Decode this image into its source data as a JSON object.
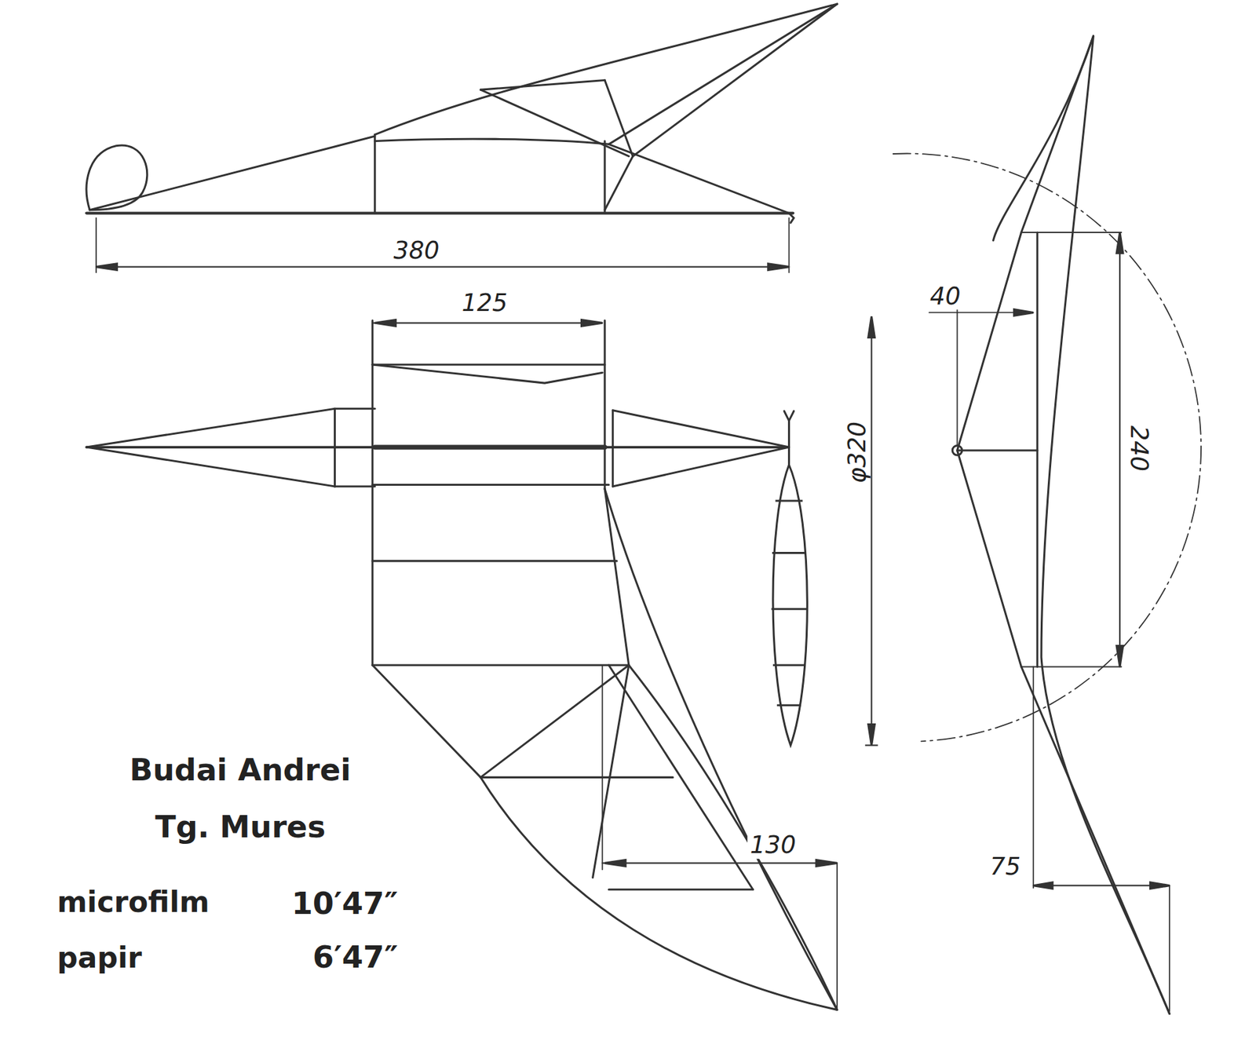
{
  "diagram": {
    "labels": [
      "380",
      "125",
      "40",
      "φ320",
      "240",
      "130",
      "75",
      "Budai Andrei",
      "Tg. Mures",
      "microfilm",
      "10′47″",
      "papir",
      "6′47″"
    ]
  }
}
